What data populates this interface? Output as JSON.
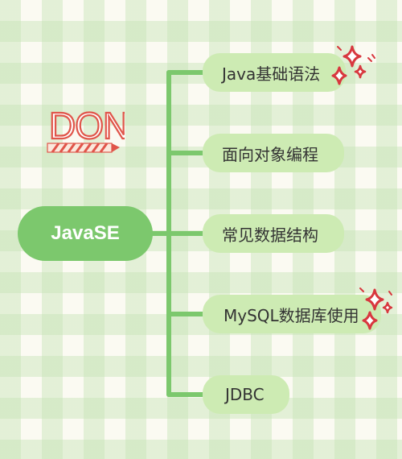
{
  "colors": {
    "root_fill": "#7cc86d",
    "branch_fill": "#cdebb3",
    "connector": "#7cc86d",
    "branch_text": "#333333",
    "root_text": "#ffffff",
    "done_red": "#e0554a",
    "sparkle_red": "#d8373e"
  },
  "root": {
    "label": "JavaSE"
  },
  "branches": [
    {
      "label": "Java基础语法"
    },
    {
      "label": "面向对象编程"
    },
    {
      "label": "常见数据结构"
    },
    {
      "label": "MySQL数据库使用"
    },
    {
      "label": "JDBC"
    }
  ],
  "sticker": {
    "text": "DONE"
  }
}
